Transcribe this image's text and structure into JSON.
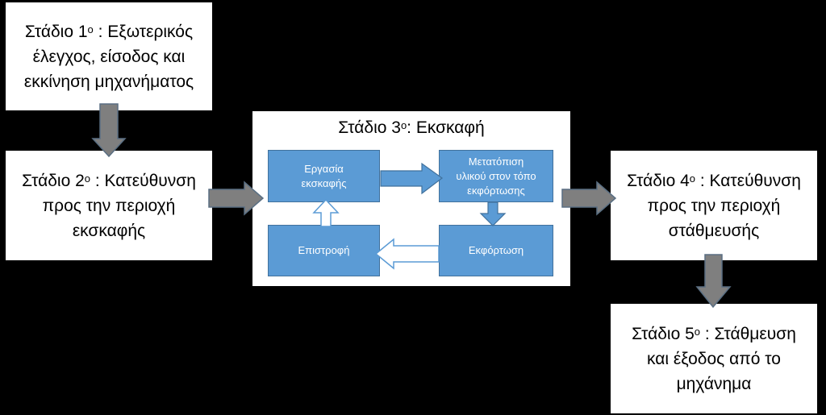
{
  "stages": {
    "stage1": {
      "lines": [
        "Στάδιο 1",
        " : Εξωτερικός",
        "έλεγχος, είσοδος και",
        "εκκίνηση μηχανήματος"
      ],
      "sup": "ο"
    },
    "stage2": {
      "lines": [
        "Στάδιο 2",
        " : Κατεύθυνση",
        "προς την περιοχή",
        "εκσκαφής"
      ],
      "sup": "ο"
    },
    "stage3": {
      "title_a": "Στάδιο 3",
      "sup": "ο",
      "title_b": ": Εκσκαφή"
    },
    "stage4": {
      "lines": [
        "Στάδιο 4",
        " : Κατεύθυνση",
        "προς την περιοχή",
        "στάθμευσής"
      ],
      "sup": "ο"
    },
    "stage5": {
      "lines": [
        "Στάδιο 5",
        " : Στάθμευση",
        "και έξοδος από το",
        "μηχάνημα"
      ],
      "sup": "ο"
    }
  },
  "steps": {
    "excavation_work": [
      "Εργασία",
      "εκσκαφής"
    ],
    "relocation": [
      "Μετατόπιση",
      "υλικού στον τόπο",
      "εκφόρτωσης"
    ],
    "unloading": [
      "Εκφόρτωση"
    ],
    "return": [
      "Επιστροφή"
    ]
  },
  "colors": {
    "background": "#000000",
    "stage_box": "#ffffff",
    "step_box": "#5b9bd5",
    "step_border": "#41719c",
    "stage_arrow": "#7f7f7f",
    "step_arrow": "#5b9bd5"
  }
}
